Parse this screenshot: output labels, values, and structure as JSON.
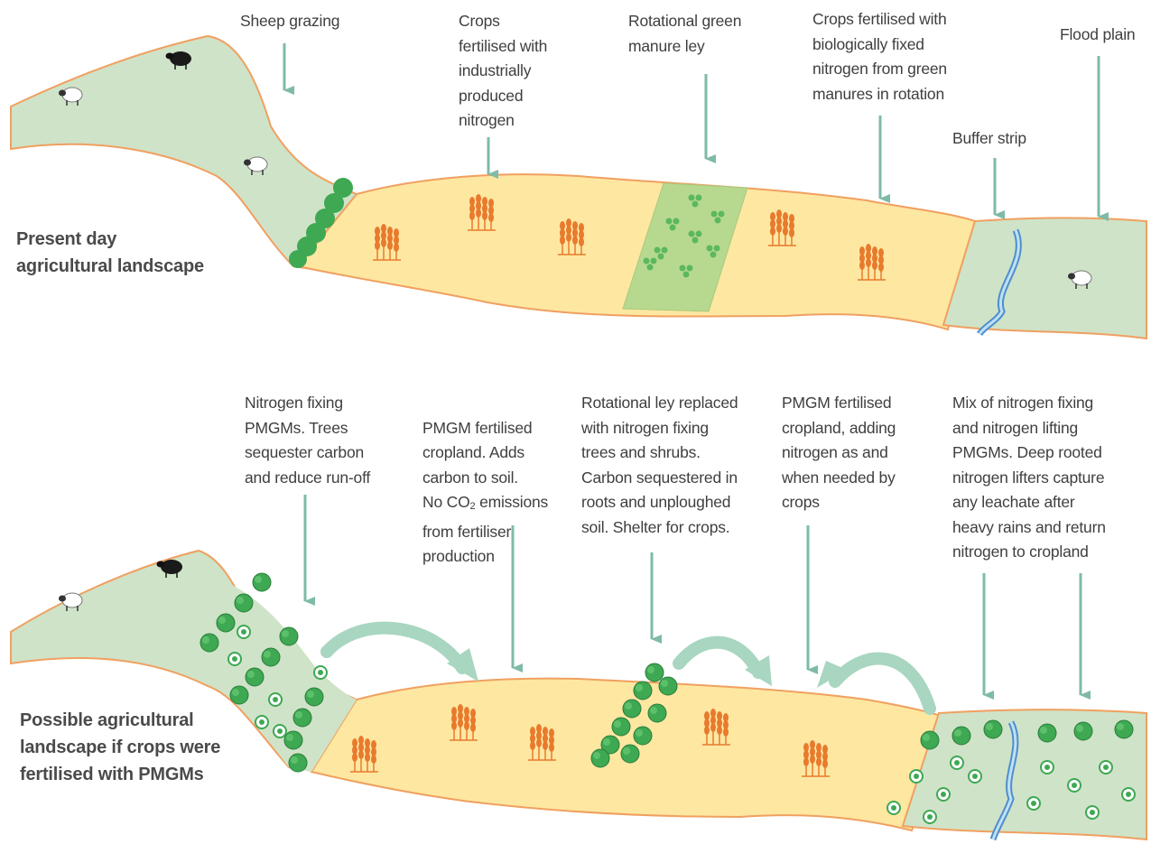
{
  "colors": {
    "grass": "#cfe3c8",
    "crop_field": "#fde7a1",
    "field_edge": "#f0a060",
    "arrow": "#7dbba8",
    "tree": "#3ea853",
    "river": "#4f8fcb",
    "wheat": "#e87a2e"
  },
  "top": {
    "side_label": "Present day\nagricultural landscape",
    "labels": {
      "sheep_grazing": "Sheep grazing",
      "crops_industrial": "Crops\nfertilised with\nindustrially\nproduced\nnitrogen",
      "rotational_green": "Rotational green\nmanure ley",
      "crops_bio": "Crops fertilised with\nbiologically fixed\nnitrogen from green\nmanures in rotation",
      "buffer_strip": "Buffer strip",
      "flood_plain": "Flood plain"
    }
  },
  "bottom": {
    "side_label": "Possible agricultural\nlandscape if crops were\nfertilised with PMGMs",
    "labels": {
      "nitrogen_fixing": "Nitrogen fixing\nPMGMs. Trees\nsequester carbon\nand reduce run-off",
      "pmgm_cropland_1": "PMGM fertilised\ncropland. Adds\ncarbon to soil.",
      "pmgm_cropland_1b_pre": "No CO",
      "pmgm_cropland_1b_sub": "2",
      "pmgm_cropland_1b_post": " emissions\nfrom fertiliser\nproduction",
      "rotational_ley": "Rotational ley replaced\nwith nitrogen fixing\ntrees and shrubs.\nCarbon sequestered in\nroots and unploughed\nsoil. Shelter for crops.",
      "pmgm_cropland_2": "PMGM fertilised\ncropland, adding\nnitrogen as and\nwhen needed by\ncrops",
      "mix_fixing": "Mix of nitrogen fixing\nand nitrogen lifting\nPMGMs. Deep rooted\nnitrogen lifters capture\nany leachate after\nheavy rains and return\nnitrogen to cropland"
    }
  }
}
